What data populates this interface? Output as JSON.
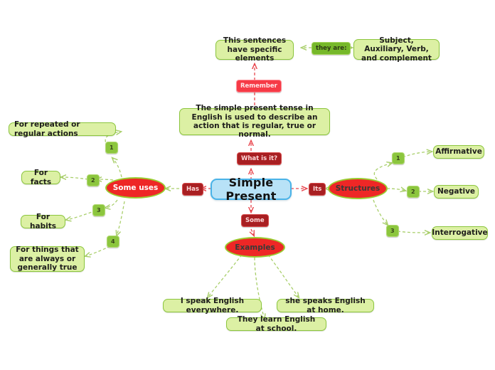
{
  "map": {
    "title": "Simple Present",
    "central": {
      "label": "Simple Present"
    },
    "topic_nodes": {
      "some_uses": "Some uses",
      "structures": "Structures",
      "examples": "Examples"
    },
    "relation_labels": {
      "has": "Has",
      "its": "Its",
      "some": "Some",
      "what_is_it": "What is it?",
      "remember": "Remember",
      "they_are": "they are:"
    },
    "definition": "The simple present tense in English is used to describe an action that is regular, true or normal.",
    "elements_note": "This sentences have specific elements",
    "elements_list": "Subject, Auxiliary, Verb, and complement",
    "uses": [
      {
        "num": "1",
        "label": "For repeated or regular actions"
      },
      {
        "num": "2",
        "label": "For facts"
      },
      {
        "num": "3",
        "label": "For habits"
      },
      {
        "num": "4",
        "label": "For things that are always or generally true"
      }
    ],
    "structures": [
      {
        "num": "1",
        "label": "Affirmative"
      },
      {
        "num": "2",
        "label": "Negative"
      },
      {
        "num": "3",
        "label": "Interrogative"
      }
    ],
    "examples": [
      "I speak English everywhere.",
      "she speaks English at home.",
      "They learn English at school."
    ],
    "colors": {
      "leaf_fill": "#dcf0a4",
      "leaf_border": "#8cc63e",
      "central_fill": "#b8e2f7",
      "central_border": "#4ab3e8",
      "ellipse_fill": "#ee2726",
      "ellipse_border": "#9acd32",
      "badge_dark_red": "#a81f22",
      "badge_bright_red": "#f63a46",
      "badge_green": "#76b82a",
      "edge_red": "#e8474f",
      "edge_green": "#a9cf6b"
    }
  }
}
